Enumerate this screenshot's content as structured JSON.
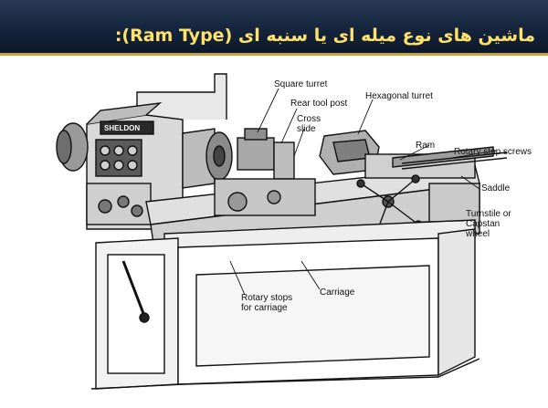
{
  "header": {
    "title": "ماشین های نوع میله ای یا سنبه ای (Ram Type):",
    "background_color": "#15243c",
    "title_color": "#ffe26a"
  },
  "diagram": {
    "nameplate": "SHELDON",
    "labels": {
      "square_turret": "Square turret",
      "rear_tool_post": "Rear tool post",
      "cross_slide_1": "Cross",
      "cross_slide_2": "slide",
      "hexagonal_turret": "Hexagonal turret",
      "ram": "Ram",
      "rotary_stop_screws": "Rotary stop screws",
      "saddle": "Saddle",
      "turnstile_1": "Turnstile or",
      "turnstile_2": "Capstan",
      "turnstile_3": "wheel",
      "carriage": "Carriage",
      "rotary_stops_1": "Rotary stops",
      "rotary_stops_2": "for carriage"
    }
  }
}
